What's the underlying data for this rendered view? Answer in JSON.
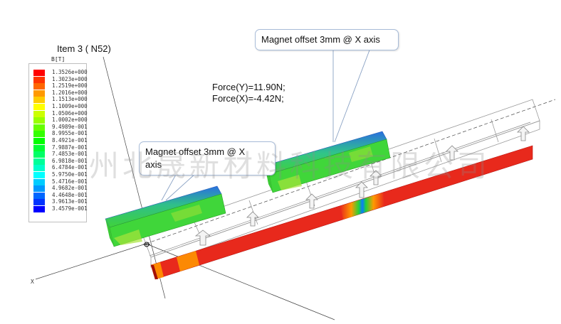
{
  "item_label": "Item 3 ( N52)",
  "legend": {
    "title": "B[T]",
    "entries": [
      {
        "value": "1.3526e+000",
        "color": "#ff0000"
      },
      {
        "value": "1.3023e+000",
        "color": "#ff3300"
      },
      {
        "value": "1.2519e+000",
        "color": "#ff6600"
      },
      {
        "value": "1.2016e+000",
        "color": "#ff9900"
      },
      {
        "value": "1.1513e+000",
        "color": "#ffcc00"
      },
      {
        "value": "1.1009e+000",
        "color": "#ffff00"
      },
      {
        "value": "1.0506e+000",
        "color": "#ccff00"
      },
      {
        "value": "1.0002e+000",
        "color": "#99ff00"
      },
      {
        "value": "9.4989e-001",
        "color": "#66ff00"
      },
      {
        "value": "8.9955e-001",
        "color": "#33ff00"
      },
      {
        "value": "8.4921e-001",
        "color": "#00ff00"
      },
      {
        "value": "7.9887e-001",
        "color": "#00ff33"
      },
      {
        "value": "7.4853e-001",
        "color": "#00ff66"
      },
      {
        "value": "6.9818e-001",
        "color": "#00ff99"
      },
      {
        "value": "6.4784e-001",
        "color": "#00ffcc"
      },
      {
        "value": "5.9750e-001",
        "color": "#00ffff"
      },
      {
        "value": "5.4716e-001",
        "color": "#00ccff"
      },
      {
        "value": "4.9682e-001",
        "color": "#0099ff"
      },
      {
        "value": "4.4648e-001",
        "color": "#0066ff"
      },
      {
        "value": "3.9613e-001",
        "color": "#0033ff"
      },
      {
        "value": "3.4579e-001",
        "color": "#0000ff"
      }
    ]
  },
  "callouts": {
    "top": "Magnet  offset 3mm @ X axis",
    "left_line1": "Magnet  offset 3mm @ X",
    "left_line2": "axis"
  },
  "force": {
    "y": "Force(Y)=11.90N;",
    "x": "Force(X)=-4.42N;"
  },
  "axis_label": "X",
  "watermark": "州北晟新材料科技有限公司",
  "colors": {
    "rail": "#e8291c",
    "magnet": "#44d23c",
    "hot": "#0a46ff",
    "callout_border": "#a8bcd8"
  }
}
